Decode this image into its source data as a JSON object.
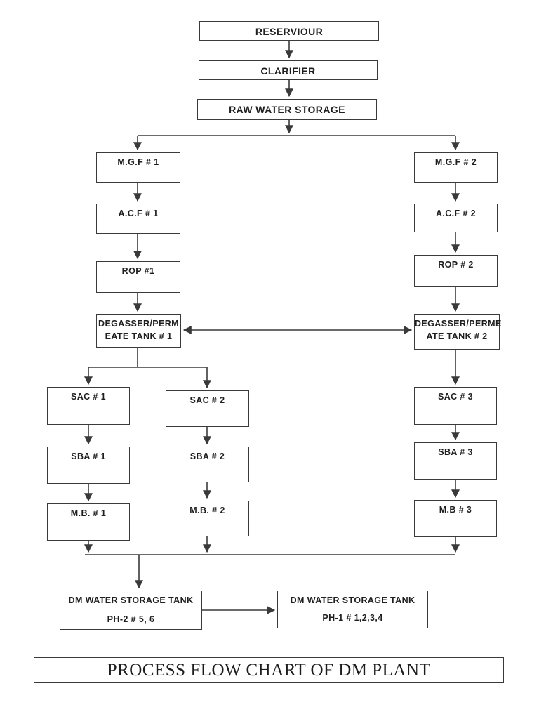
{
  "colors": {
    "line": "#3a3a3a",
    "border": "#3a3a3a",
    "text": "#1f1f1f",
    "background": "#ffffff"
  },
  "nodes": {
    "reservoir": {
      "label": "RESERVIOUR"
    },
    "clarifier": {
      "label": "CLARIFIER"
    },
    "raw_water_storage": {
      "label": "RAW WATER STORAGE"
    },
    "mgf_1": {
      "label": "M.G.F # 1"
    },
    "mgf_2": {
      "label": "M.G.F # 2"
    },
    "acf_1": {
      "label": "A.C.F # 1"
    },
    "acf_2": {
      "label": "A.C.F # 2"
    },
    "rop_1": {
      "label": "ROP #1"
    },
    "rop_2": {
      "label": "ROP # 2"
    },
    "degasser_1": {
      "line1": "DEGASSER/PERM",
      "line2": "EATE TANK # 1"
    },
    "degasser_2": {
      "line1": "DEGASSER/PERME",
      "line2": "ATE TANK # 2"
    },
    "sac_1": {
      "label": "SAC # 1"
    },
    "sac_2": {
      "label": "SAC # 2"
    },
    "sac_3": {
      "label": "SAC # 3"
    },
    "sba_1": {
      "label": "SBA # 1"
    },
    "sba_2": {
      "label": "SBA # 2"
    },
    "sba_3": {
      "label": "SBA # 3"
    },
    "mb_1": {
      "label": "M.B. # 1"
    },
    "mb_2": {
      "label": "M.B. # 2"
    },
    "mb_3": {
      "label": "M.B # 3"
    },
    "dm_tank_ph2": {
      "line1": "DM WATER STORAGE TANK",
      "line2": "PH-2 # 5, 6"
    },
    "dm_tank_ph1": {
      "line1": "DM WATER STORAGE TANK",
      "line2": "PH-1 # 1,2,3,4"
    }
  },
  "caption": {
    "text": "PROCESS FLOW CHART OF DM PLANT"
  }
}
